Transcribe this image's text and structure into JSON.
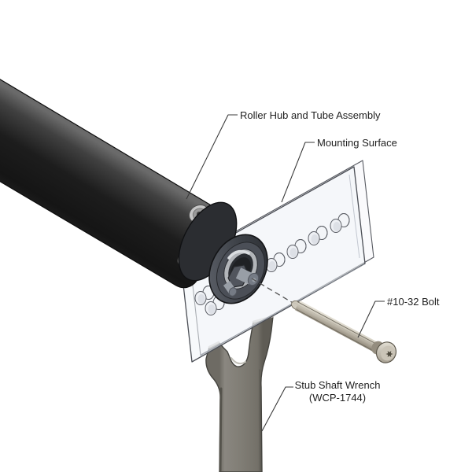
{
  "diagram": {
    "title": "Roller hub stub-shaft wrench assembly callout diagram",
    "background_color": "#ffffff",
    "line_color": "#3a3a3a",
    "text_color": "#1f1f1f",
    "callouts": {
      "roller_hub": "Roller Hub and Tube Assembly",
      "mounting_surface": "Mounting Surface",
      "bolt": "#10-32 Bolt",
      "wrench_line1": "Stub Shaft Wrench",
      "wrench_line2": "(WCP-1744)"
    },
    "parts": [
      {
        "name": "roller-tube",
        "color": "#1d1d1d"
      },
      {
        "name": "tube-end-cap",
        "color": "#2b2d31"
      },
      {
        "name": "roller-hub",
        "color": "#43474e"
      },
      {
        "name": "mounting-plate",
        "color": "#eff2f6"
      },
      {
        "name": "bolt",
        "color": "#b3ad9f"
      },
      {
        "name": "stub-shaft-wrench",
        "color": "#7d7a72"
      }
    ]
  }
}
